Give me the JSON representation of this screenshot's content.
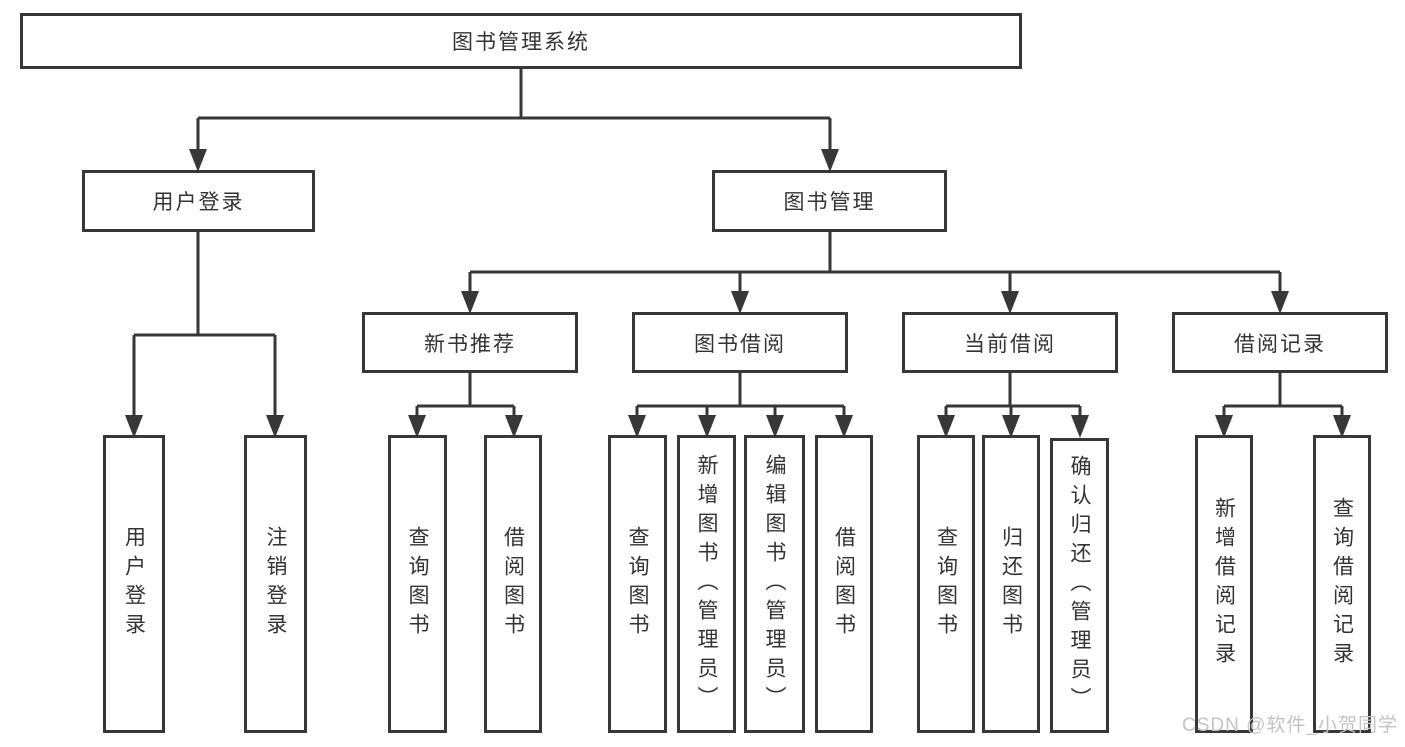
{
  "diagram": {
    "root": {
      "label": "图书管理系统"
    },
    "level2": [
      {
        "label": "用户登录"
      },
      {
        "label": "图书管理"
      }
    ],
    "level3": [
      {
        "label": "新书推荐"
      },
      {
        "label": "图书借阅"
      },
      {
        "label": "当前借阅"
      },
      {
        "label": "借阅记录"
      }
    ],
    "leaves": {
      "user_login": [
        "用户登录",
        "注销登录"
      ],
      "new_book": [
        "查询图书",
        "借阅图书"
      ],
      "book_borrow": [
        "查询图书",
        "新增图书（管理员）",
        "编辑图书（管理员）",
        "借阅图书"
      ],
      "current_borrow": [
        "查询图书",
        "归还图书",
        "确认归还（管理员）"
      ],
      "borrow_record": [
        "新增借阅记录",
        "查询借阅记录"
      ]
    },
    "colors": {
      "line": "#373737",
      "text": "#333333",
      "watermark": "#c3c3c3",
      "background": "#ffffff"
    }
  },
  "watermark": {
    "text": "CSDN @软件_小贺同学"
  }
}
